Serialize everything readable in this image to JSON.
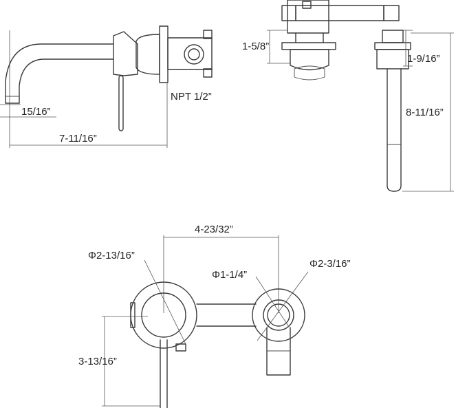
{
  "dimensions": {
    "spout_drop": "15/16”",
    "spout_reach": "7-11/16”",
    "inlet_thread": "NPT 1/2”",
    "flange_height": "1-5/8”",
    "spout_thickness": "1-9/16”",
    "total_height": "8-11/16”",
    "center_to_center": "4-23/32”",
    "spout_flange_dia": "Φ2-13/16”",
    "handle_dia": "Φ1-1/4”",
    "handle_flange_dia": "Φ2-3/16”",
    "lever_height": "3-13/16”"
  }
}
